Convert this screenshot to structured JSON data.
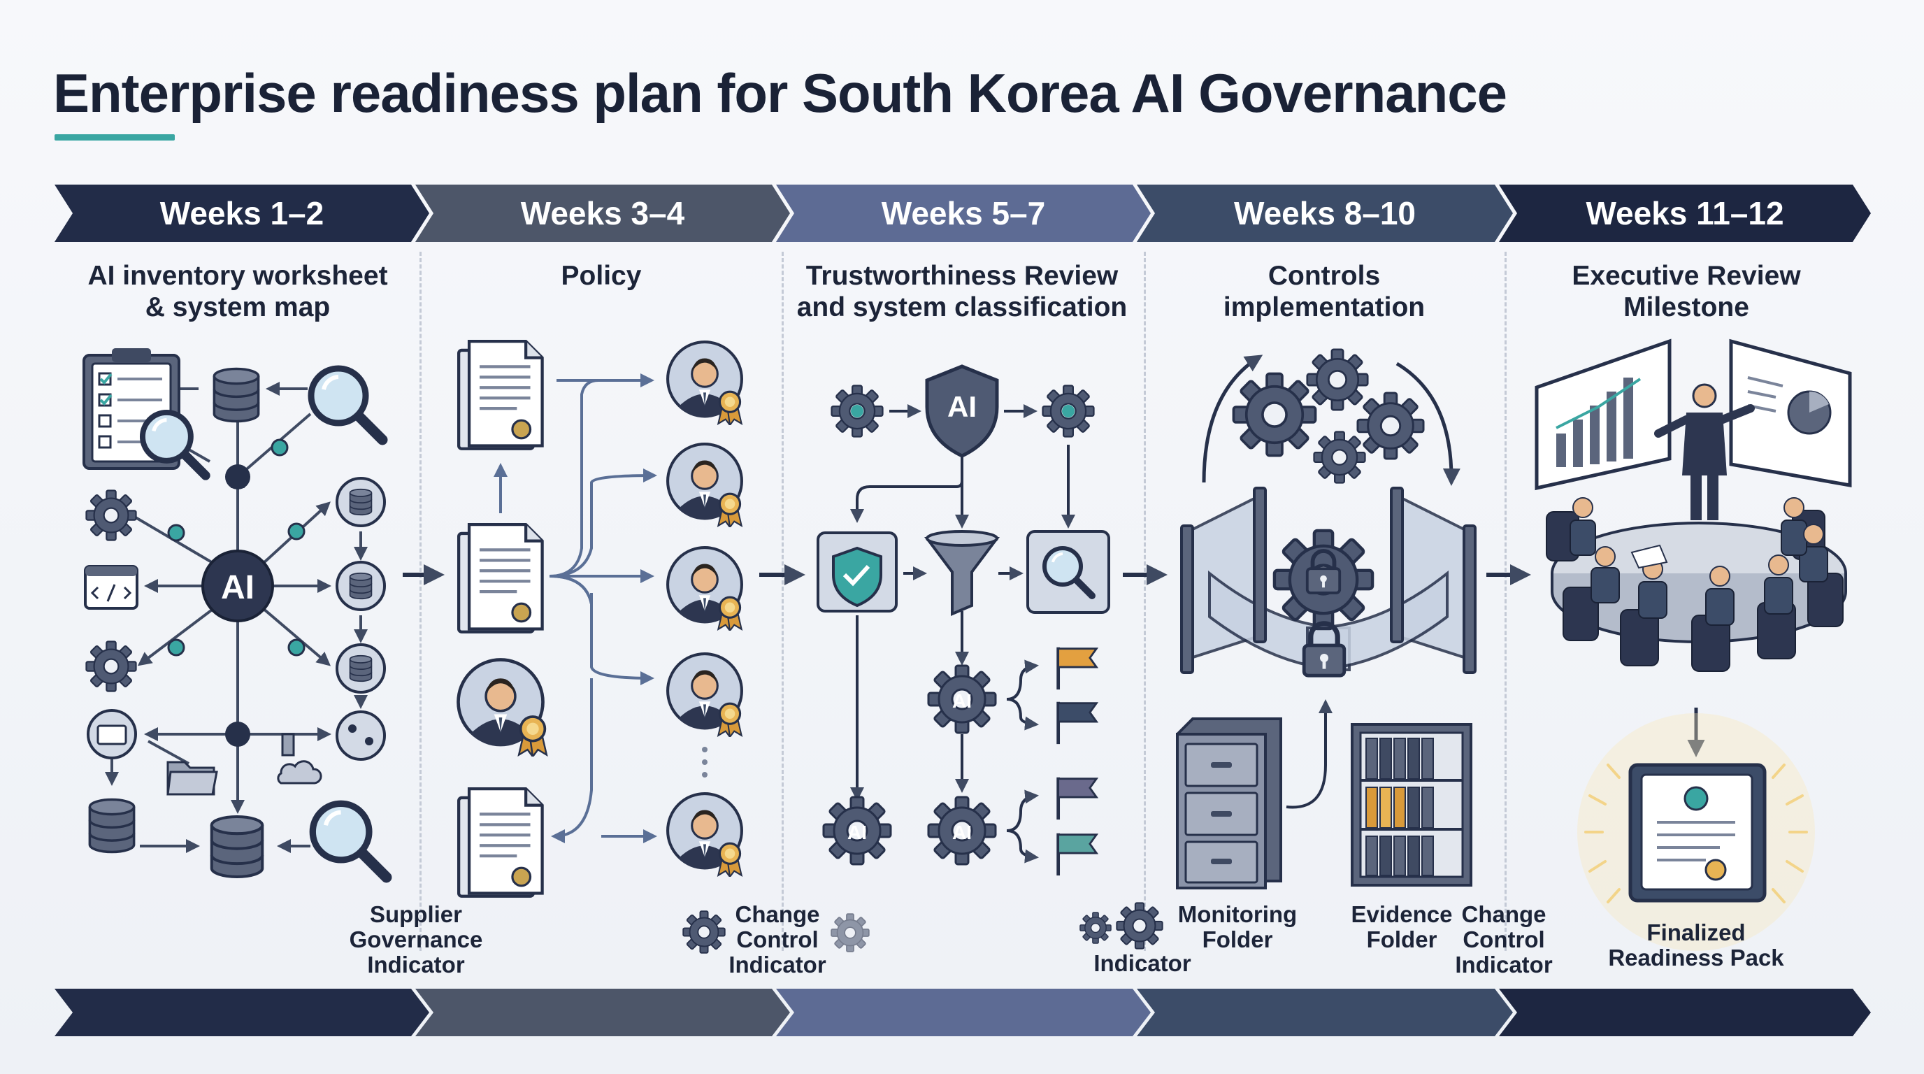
{
  "title": "Enterprise readiness plan for South Korea AI Governance",
  "accent_color": "#3aa6a2",
  "phases": [
    {
      "weeks": "Weeks 1–2",
      "label_line1": "AI inventory worksheet",
      "label_line2": "& system map",
      "color": "#222c48"
    },
    {
      "weeks": "Weeks 3–4",
      "label_line1": "Policy",
      "label_line2": "",
      "color": "#4d5669"
    },
    {
      "weeks": "Weeks 5–7",
      "label_line1": "Trustworthiness Review",
      "label_line2": "and system classification",
      "color": "#5d6b94"
    },
    {
      "weeks": "Weeks 8–10",
      "label_line1": "Controls",
      "label_line2": "implementation",
      "color": "#3c4c68"
    },
    {
      "weeks": "Weeks 11–12",
      "label_line1": "Executive Review",
      "label_line2": "Milestone",
      "color": "#1d2641"
    }
  ],
  "hub_label": "AI",
  "review_badge": "AI",
  "mini_badges": [
    "AI",
    "AI",
    "AI"
  ],
  "captions": {
    "supplier": [
      "Supplier",
      "Governance",
      "Indicator"
    ],
    "change_control_1": [
      "Change",
      "Control",
      "Indicator"
    ],
    "indicator": "Indicator",
    "monitoring": [
      "Monitoring",
      "Folder"
    ],
    "evidence": [
      "Evidence",
      "Folder"
    ],
    "change_control_2": [
      "Change",
      "Control",
      "Indicator"
    ],
    "finalized": [
      "Finalized",
      "Readiness Pack"
    ]
  },
  "icons": [
    "checklist-icon",
    "database-icon",
    "magnifier-icon",
    "gear-icon",
    "code-window-icon",
    "folder-icon",
    "cloud-icon",
    "document-icon",
    "person-icon",
    "award-ribbon-icon",
    "shield-icon",
    "funnel-icon",
    "flag-icon",
    "lock-icon",
    "filing-cabinet-icon",
    "binder-shelf-icon",
    "presentation-board-icon",
    "conference-table-icon",
    "certificate-icon"
  ]
}
